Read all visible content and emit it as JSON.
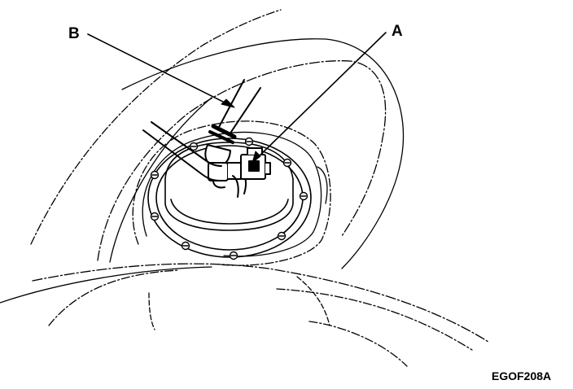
{
  "callouts": {
    "a": "A",
    "b": "B"
  },
  "figure_code": "EGOF208A",
  "colors": {
    "ink": "#000000",
    "paper": "#ffffff"
  }
}
